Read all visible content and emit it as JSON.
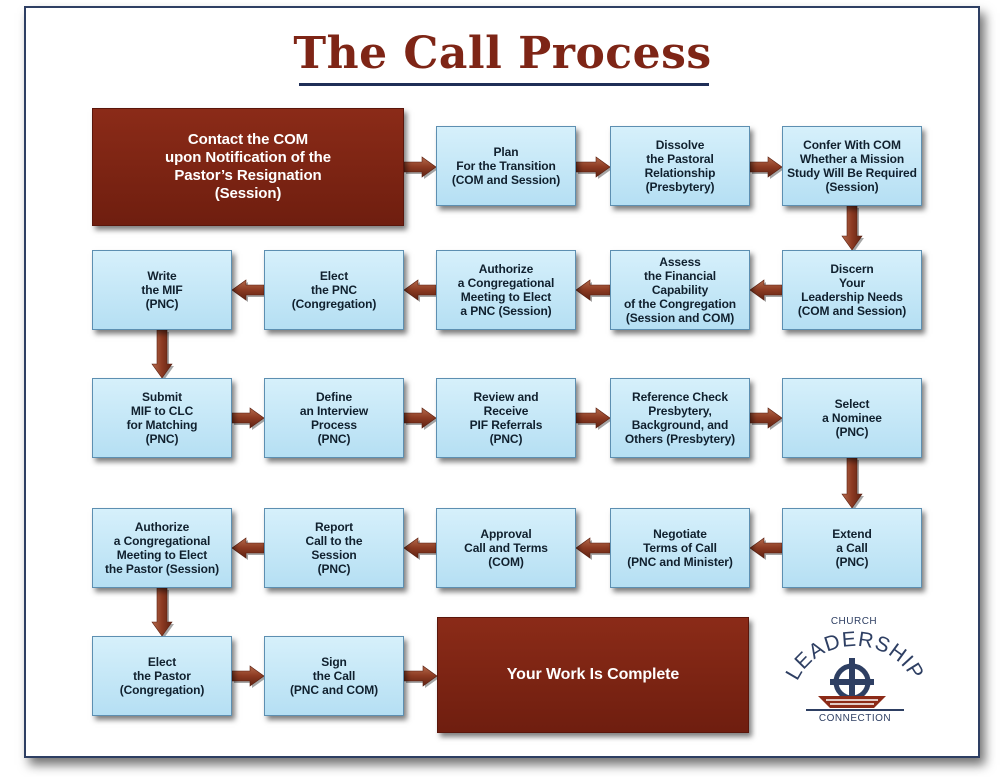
{
  "title": "The Call Process",
  "steps": {
    "contact_com": "Contact the COM\nupon Notification of the\nPastor’s Resignation\n(Session)",
    "plan": "Plan\nFor the Transition\n(COM and Session)",
    "dissolve": "Dissolve\nthe Pastoral\nRelationship\n(Presbytery)",
    "confer": "Confer With COM\nWhether a Mission\nStudy Will Be Required\n(Session)",
    "write_mif": "Write\nthe MIF\n(PNC)",
    "elect_pnc": "Elect\nthe PNC\n(Congregation)",
    "authorize_pnc": "Authorize\na Congregational\nMeeting to Elect\na PNC (Session)",
    "assess": "Assess\nthe Financial Capability\nof the Congregation\n(Session and COM)",
    "discern": "Discern\nYour\nLeadership Needs\n(COM and Session)",
    "submit_mif": "Submit\nMIF to CLC\nfor Matching\n(PNC)",
    "define": "Define\nan Interview\nProcess\n(PNC)",
    "review": "Review and\nReceive\nPIF Referrals\n(PNC)",
    "reference": "Reference Check\nPresbytery,\nBackground, and\nOthers (Presbytery)",
    "select": "Select\na Nominee\n(PNC)",
    "authorize_pastor": "Authorize\na Congregational\nMeeting to Elect\nthe Pastor (Session)",
    "report": "Report\nCall to the\nSession\n(PNC)",
    "approval": "Approval\nCall and Terms\n(COM)",
    "negotiate": "Negotiate\nTerms of Call\n(PNC and Minister)",
    "extend": "Extend\na Call\n(PNC)",
    "elect_pastor": "Elect\nthe Pastor\n(Congregation)",
    "sign": "Sign\nthe Call\n(PNC and COM)",
    "complete": "Your Work Is Complete"
  },
  "logo": {
    "top": "CHURCH",
    "middle": "LEADERSHIP",
    "bottom": "CONNECTION"
  },
  "colors": {
    "title": "#7e2516",
    "box_fill": "#c4e7f7",
    "box_dark": "#7a2414",
    "arrow": "#8c3a22",
    "navy": "#2e3f63"
  }
}
